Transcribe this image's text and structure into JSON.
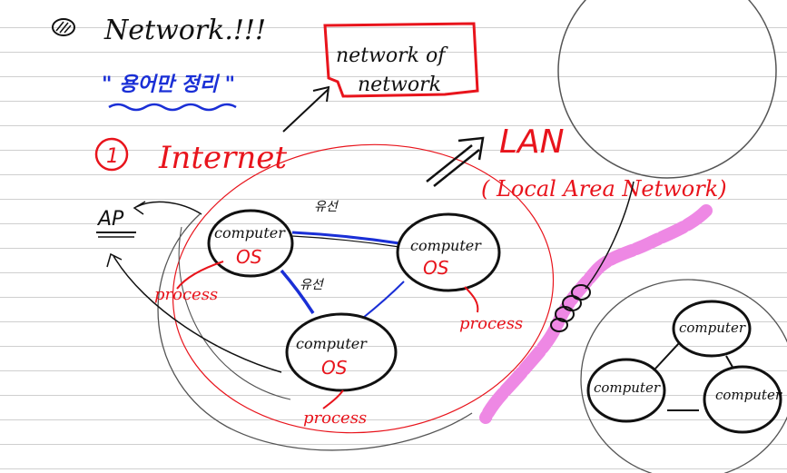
{
  "heading": "Network.!!!",
  "subheading": "\" 용어만 정리 \"",
  "section_marker": "1",
  "internet_label": "Internet",
  "network_of_network": [
    "network of",
    "network"
  ],
  "lan_label": "LAN",
  "lan_expansion": "( Local Area Network)",
  "ap_label": "AP",
  "central_cluster": {
    "nodes": [
      {
        "id": "left",
        "name": "computer",
        "os": "OS",
        "process": "process"
      },
      {
        "id": "right",
        "name": "computer",
        "os": "OS",
        "process": "process"
      },
      {
        "id": "bottom",
        "name": "computer",
        "os": "OS",
        "process": "process"
      }
    ],
    "link_label_top": "유선",
    "link_label_left": "유선"
  },
  "lan_cluster": {
    "nodes": [
      "computer",
      "computer",
      "computer"
    ]
  },
  "colors": {
    "ink": "#111111",
    "red": "#e8141c",
    "blue": "#1a2fd6",
    "pink": "#ee88e4",
    "grey": "#555555"
  }
}
